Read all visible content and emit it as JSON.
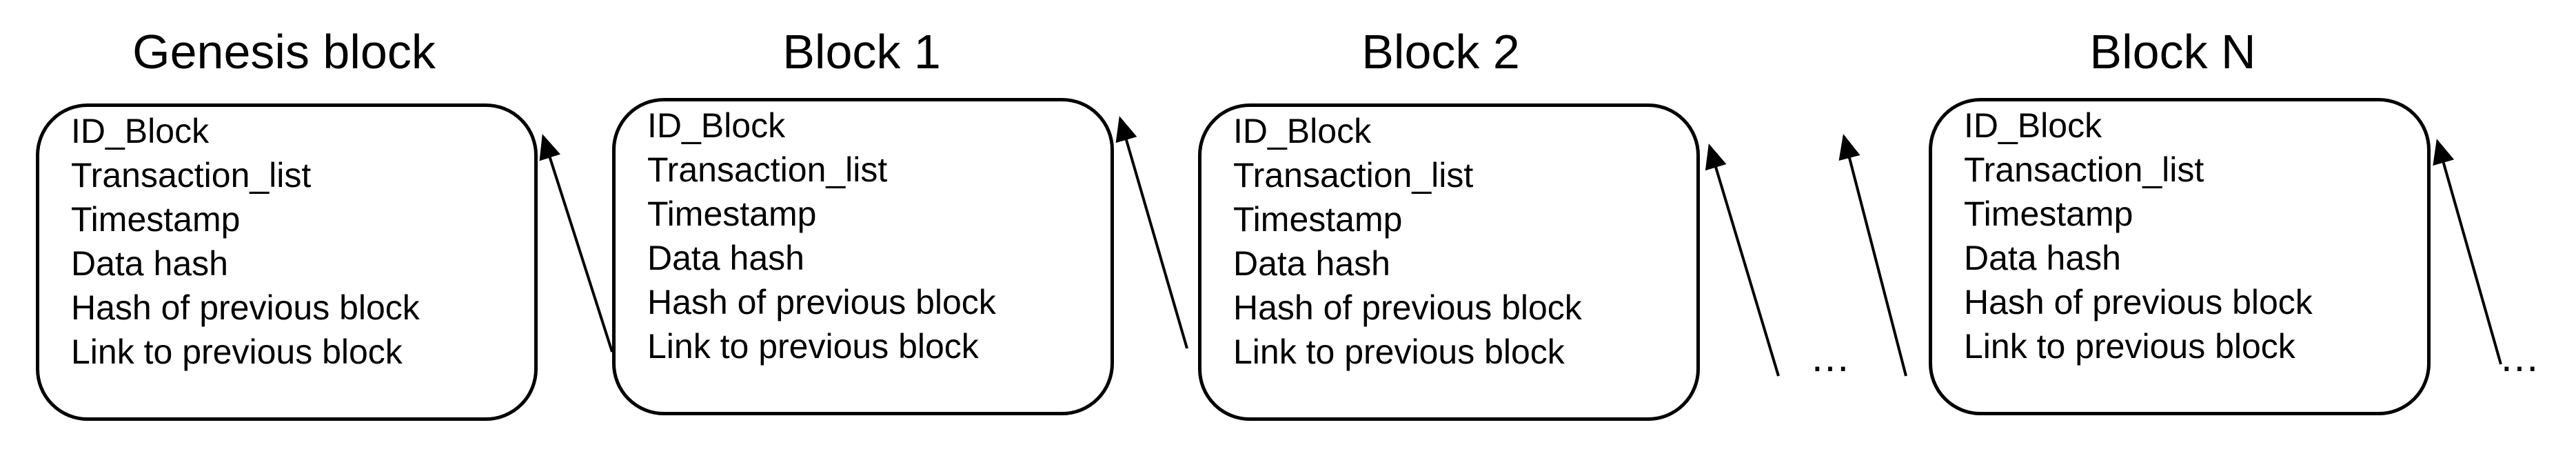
{
  "blocks": [
    {
      "title": "Genesis block",
      "fields": [
        "ID_Block",
        "Transaction_list",
        "Timestamp",
        "Data hash",
        "Hash of previous block",
        "Link to previous block"
      ]
    },
    {
      "title": "Block 1",
      "fields": [
        "ID_Block",
        "Transaction_list",
        "Timestamp",
        "Data hash",
        "Hash of previous block",
        "Link to previous block"
      ]
    },
    {
      "title": "Block 2",
      "fields": [
        "ID_Block",
        "Transaction_list",
        "Timestamp",
        "Data hash",
        "Hash of previous block",
        "Link to previous block"
      ]
    },
    {
      "title": "Block N",
      "fields": [
        "ID_Block",
        "Transaction_list",
        "Timestamp",
        "Data hash",
        "Hash of previous block",
        "Link to previous block"
      ]
    }
  ],
  "ellipsis": [
    "...",
    "..."
  ],
  "colors": {
    "stroke": "#000000",
    "background": "#ffffff"
  }
}
